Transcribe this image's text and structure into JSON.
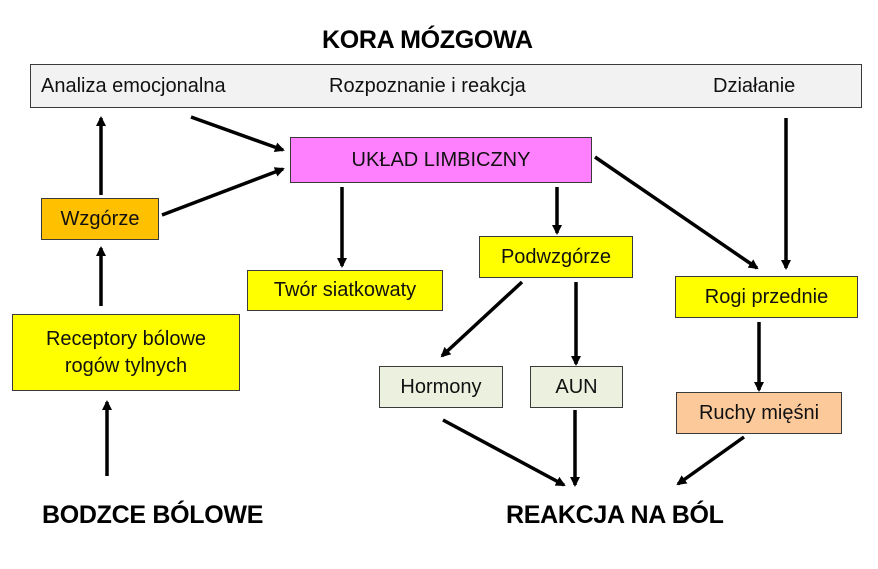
{
  "diagram": {
    "title_top": "KORA MÓZGOWA",
    "cortex": {
      "labels": [
        "Analiza emocjonalna",
        "Rozpoznanie i reakcja",
        "Działanie"
      ]
    },
    "boxes": {
      "limbic": "UKŁAD LIMBICZNY",
      "thalamus": "Wzgórze",
      "receptors": "Receptory bólowe\nrogów tylnych",
      "reticular": "Twór siatkowaty",
      "hypothalamus": "Podwzgórze",
      "anterior_horns": "Rogi przednie",
      "hormones": "Hormony",
      "aun": "AUN",
      "muscle_movements": "Ruchy mięśni"
    },
    "title_bottom_left": "BODZCE BÓLOWE",
    "title_bottom_right": "REAKCJA NA BÓL",
    "colors": {
      "yellow": "#ffff00",
      "orange": "#ffc000",
      "pink": "#ff80ff",
      "green": "#ebf1de",
      "peach": "#fcc99b",
      "cortex": "#f2f2f2"
    }
  }
}
